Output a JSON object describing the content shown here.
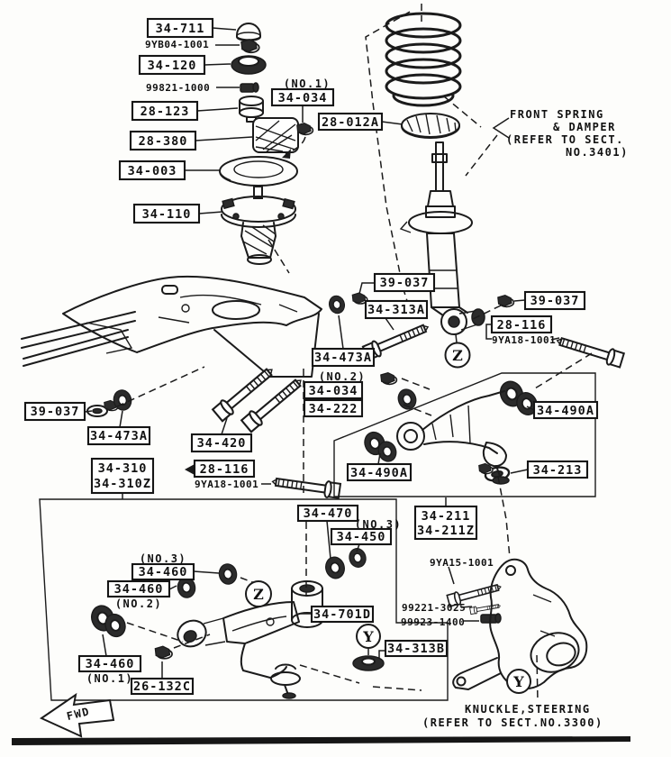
{
  "colors": {
    "ink": "#1b1b1b",
    "paper": "#fdfdfb"
  },
  "notes": {
    "front_spring_1": "FRONT SPRING",
    "front_spring_2": "& DAMPER",
    "front_spring_3": "(REFER TO SECT.",
    "front_spring_4": "NO.3401)",
    "knuckle_1": "KNUCKLE,STEERING",
    "knuckle_2": "(REFER TO SECT.NO.3300)",
    "fwd": "FWD",
    "no1_top": "(NO.1)",
    "no2_mid": "(NO.2)",
    "no3_450": "(NO.3)",
    "no3_460": "(NO.3)",
    "no2_460": "(NO.2)",
    "no1_460": "(NO.1)"
  },
  "labels": {
    "part_34_711": "34-711",
    "part_9yb04": "9YB04-1001",
    "part_34_120": "34-120",
    "part_99821": "99821-1000",
    "part_28_123": "28-123",
    "part_28_380": "28-380",
    "part_34_003": "34-003",
    "part_34_110": "34-110",
    "part_34_034_no1": "34-034",
    "part_28_012a": "28-012A",
    "part_39_037_mid": "39-037",
    "part_34_313a": "34-313A",
    "part_39_037_right": "39-037",
    "part_28_116_right": "28-116",
    "part_9ya18_right": "9YA18-1001",
    "part_39_037_left": "39-037",
    "part_34_473a_left": "34-473A",
    "part_34_473a_mid": "34-473A",
    "part_34_034_no2": "34-034",
    "part_34_222": "34-222",
    "part_34_420": "34-420",
    "part_34_310": "34-310",
    "part_34_310z": "34-310Z",
    "part_28_116_left": "28-116",
    "part_9ya18_left": "9YA18-1001",
    "part_34_490a_right": "34-490A",
    "part_34_490a_left": "34-490A",
    "part_34_213": "34-213",
    "part_34_211": "34-211",
    "part_34_211z": "34-211Z",
    "part_34_470": "34-470",
    "part_34_450": "34-450",
    "part_34_460_no3": "34-460",
    "part_34_460_no2": "34-460",
    "part_34_701d": "34-701D",
    "part_34_313b": "34-313B",
    "part_34_460_no1": "34-460",
    "part_26_132c": "26-132C",
    "part_9ya15": "9YA15-1001",
    "part_99221": "99221-3025",
    "part_99923": "99923-1400"
  },
  "symbols": {
    "z": "Z",
    "y": "Y"
  }
}
